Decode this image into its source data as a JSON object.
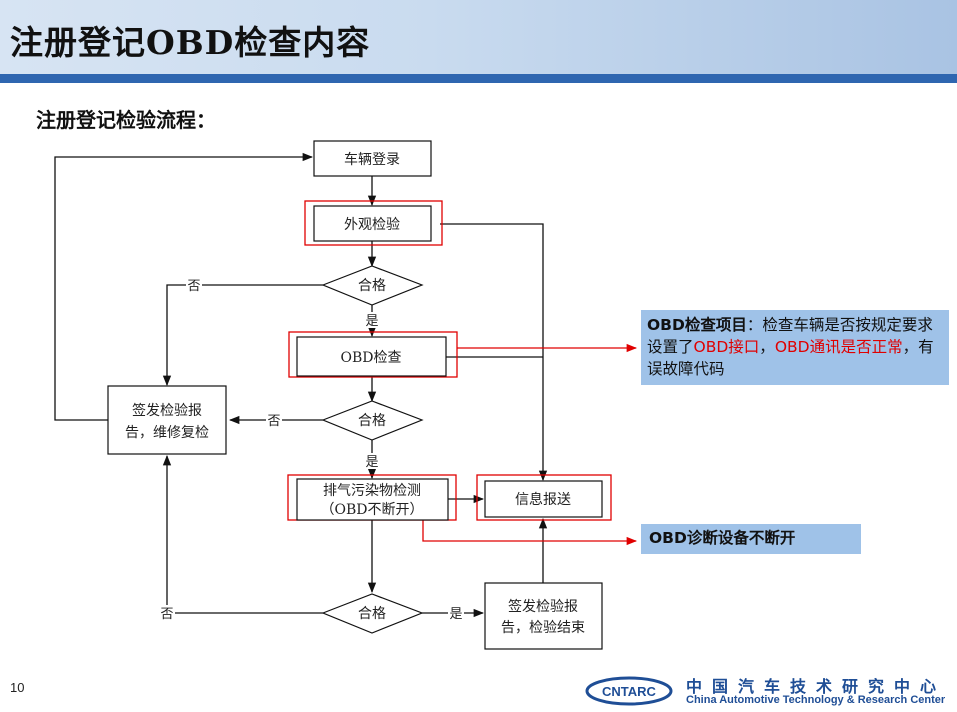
{
  "header": {
    "title": "注册登记OBD检查内容"
  },
  "section": {
    "title": "注册登记检验流程："
  },
  "flow": {
    "boxes": {
      "vehicle_login": "车辆登录",
      "appearance_check": "外观检验",
      "obd_check": "OBD检查",
      "emission_test_line1": "排气污染物检测",
      "emission_test_line2": "（OBD不断开）",
      "info_report": "信息报送",
      "issue_report_repair_line1": "签发检验报",
      "issue_report_repair_line2": "告，维修复检",
      "issue_report_end_line1": "签发检验报",
      "issue_report_end_line2": "告，检验结束"
    },
    "decisions": {
      "qualified_1": "合格",
      "qualified_2": "合格",
      "qualified_3": "合格"
    },
    "labels": {
      "no_1": "否",
      "yes_1": "是",
      "no_2": "否",
      "yes_2": "是",
      "no_3": "否",
      "yes_3": "是"
    }
  },
  "callouts": {
    "obd_items": {
      "part1": "OBD检查项目",
      "part2": "：检查车辆是否按规定要求设置了",
      "part3": "OBD接口",
      "part4": "，",
      "part5": "OBD通讯是否正常",
      "part6": "，有误故障代码"
    },
    "obd_no_disconnect": "OBD诊断设备不断开"
  },
  "footer": {
    "page_number": "10",
    "logo_text": "CNTARC",
    "org_cn": "中国汽车技术研究中心",
    "org_en": "China Automotive Technology & Research Center"
  },
  "colors": {
    "header_bar": "#2f66b0",
    "callout_bg": "#9fc2e8",
    "highlight_red": "#e00000",
    "org_blue": "#1f4e96"
  }
}
